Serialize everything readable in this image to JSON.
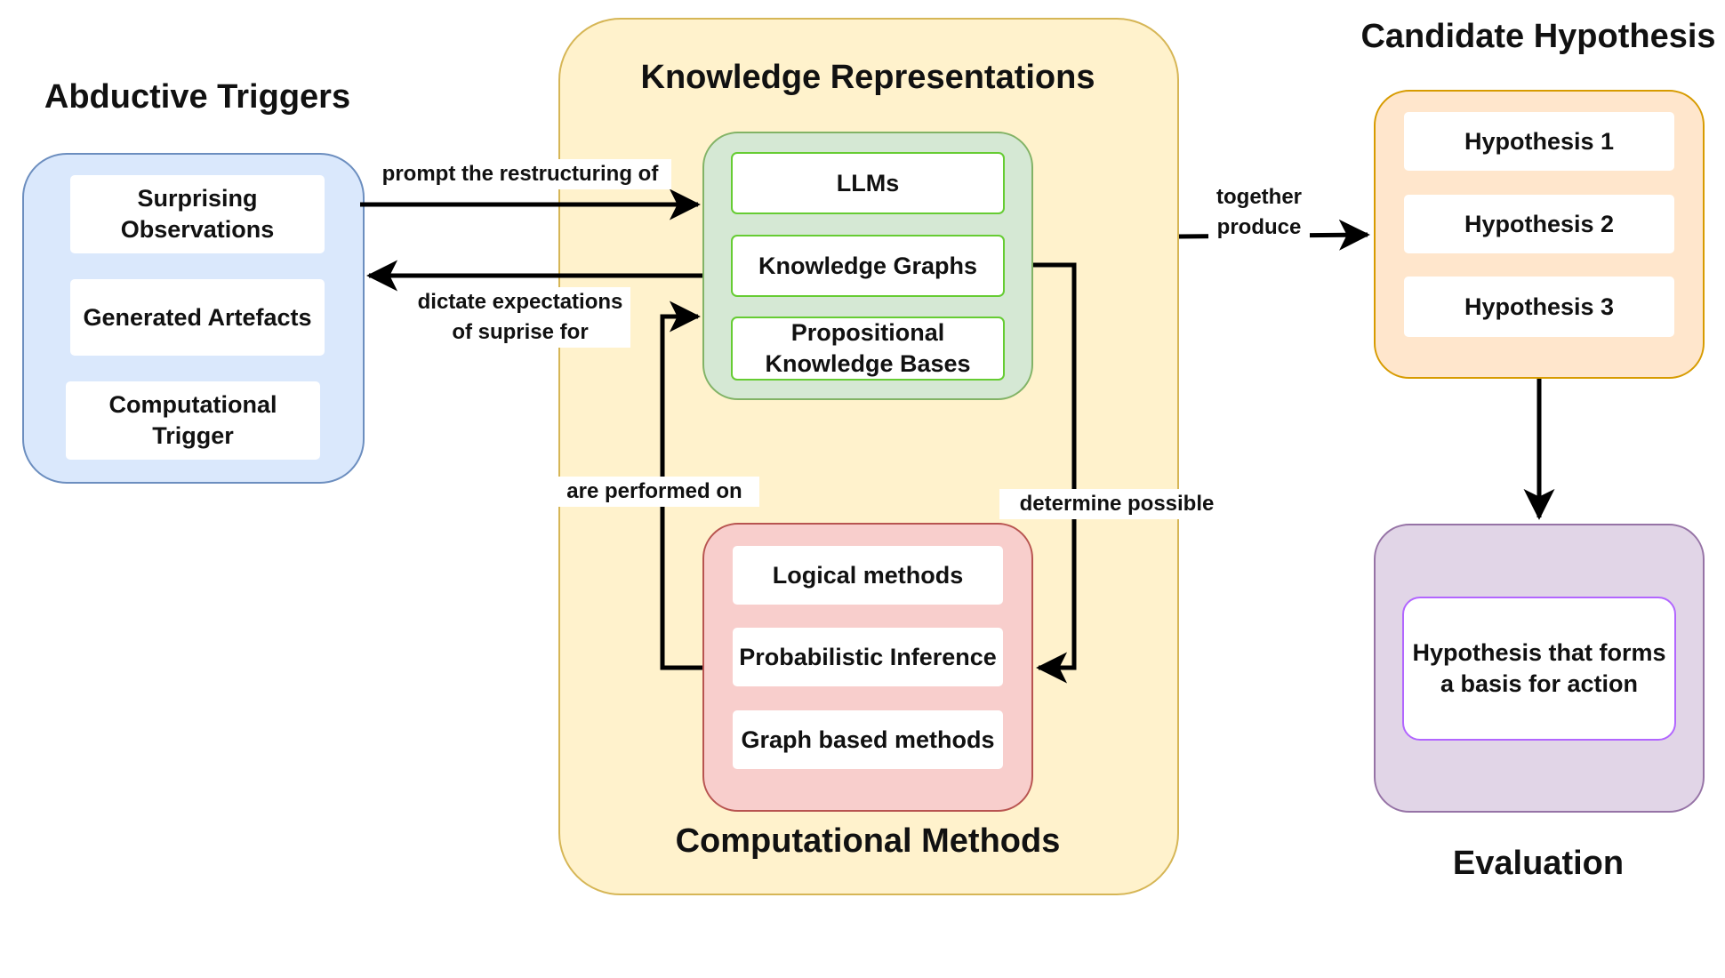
{
  "titles": {
    "abductive_triggers": "Abductive Triggers",
    "knowledge_representations": "Knowledge Representations",
    "candidate_hypothesis": "Candidate Hypothesis",
    "computational_methods": "Computational Methods",
    "evaluation": "Evaluation"
  },
  "triggers": [
    "Surprising Observations",
    "Generated Artefacts",
    "Computational Trigger"
  ],
  "knowledge": [
    "LLMs",
    "Knowledge Graphs",
    "Propositional Knowledge Bases"
  ],
  "methods": [
    "Logical methods",
    "Probabilistic Inference",
    "Graph based methods"
  ],
  "hypotheses": [
    "Hypothesis 1",
    "Hypothesis 2",
    "Hypothesis 3"
  ],
  "evaluation_node": "Hypothesis that forms a basis for action",
  "edges": {
    "prompt": "prompt the restructuring of",
    "dictate_line1": "dictate expectations",
    "dictate_line2": "of suprise for",
    "performed_on": "are performed on",
    "determine": "determine possible",
    "together_line1": "together",
    "together_line2": "produce"
  },
  "colors": {
    "blue_fill": "#dae8fc",
    "blue_stroke": "#6c8ebf",
    "yellow_fill": "#fff2cc",
    "yellow_stroke": "#d6b656",
    "green_fill": "#d5e8d4",
    "green_stroke": "#82b366",
    "green_node": "#66cc33",
    "red_fill": "#f8cecc",
    "red_stroke": "#b85450",
    "red_node": "#ea6b66",
    "orange_fill": "#ffe6cc",
    "orange_stroke": "#d79b00",
    "purple_fill": "#e1d5e7",
    "purple_stroke": "#9673a6",
    "purple_node": "#b266ff"
  }
}
